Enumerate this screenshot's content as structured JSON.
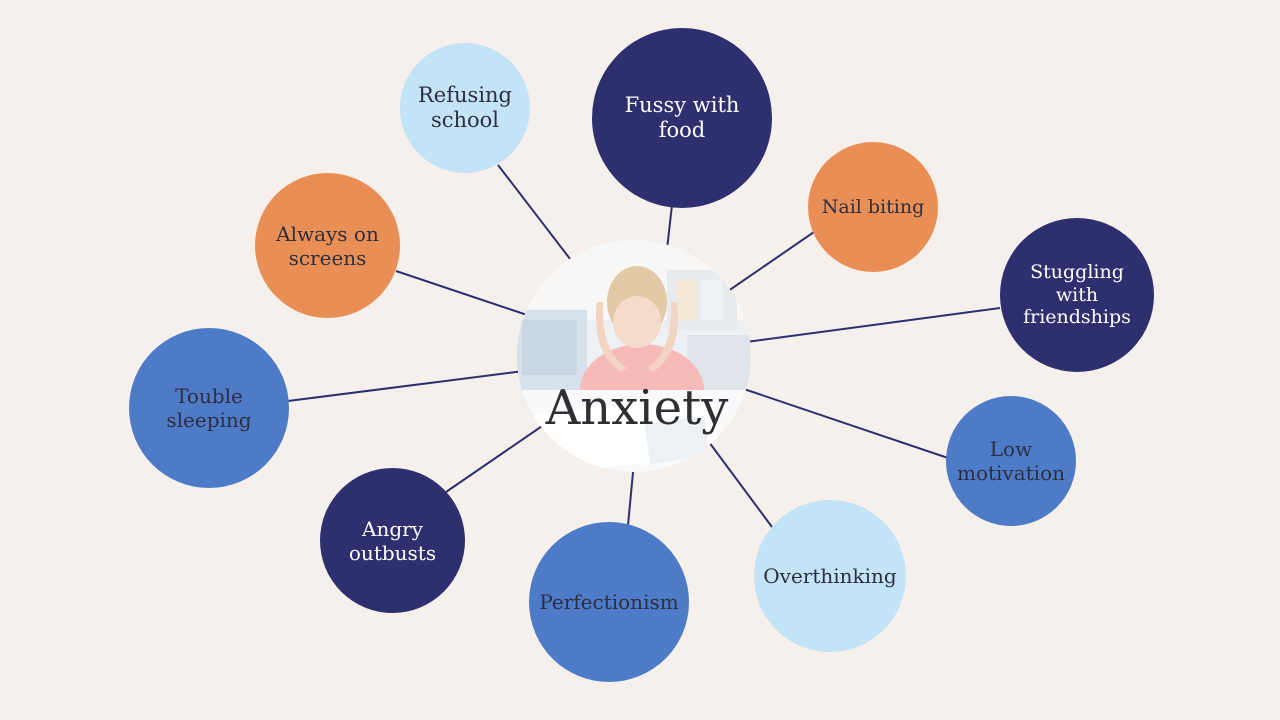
{
  "center": {
    "title": "Anxiety"
  },
  "colors": {
    "navy": "#2d2f6f",
    "orange": "#e98f56",
    "blue": "#4d7bc8",
    "light_blue": "#c3e3f7",
    "line": "#2d2f6f",
    "background": "#f5f0eb"
  },
  "nodes": [
    {
      "id": "refusing-school",
      "label": "Refusing school",
      "color": "light_blue"
    },
    {
      "id": "fussy-with-food",
      "label": "Fussy with food",
      "color": "navy"
    },
    {
      "id": "nail-biting",
      "label": "Nail biting",
      "color": "orange"
    },
    {
      "id": "stuggling-with-friendships",
      "label": "Stuggling with friendships",
      "color": "navy"
    },
    {
      "id": "low-motivation",
      "label": "Low motivation",
      "color": "blue"
    },
    {
      "id": "overthinking",
      "label": "Overthinking",
      "color": "light_blue"
    },
    {
      "id": "perfectionism",
      "label": "Perfectionism",
      "color": "blue"
    },
    {
      "id": "angry-outbusts",
      "label": "Angry outbusts",
      "color": "navy"
    },
    {
      "id": "touble-sleeping",
      "label": "Touble sleeping",
      "color": "blue"
    },
    {
      "id": "always-on-screens",
      "label": "Always on screens",
      "color": "orange"
    }
  ]
}
